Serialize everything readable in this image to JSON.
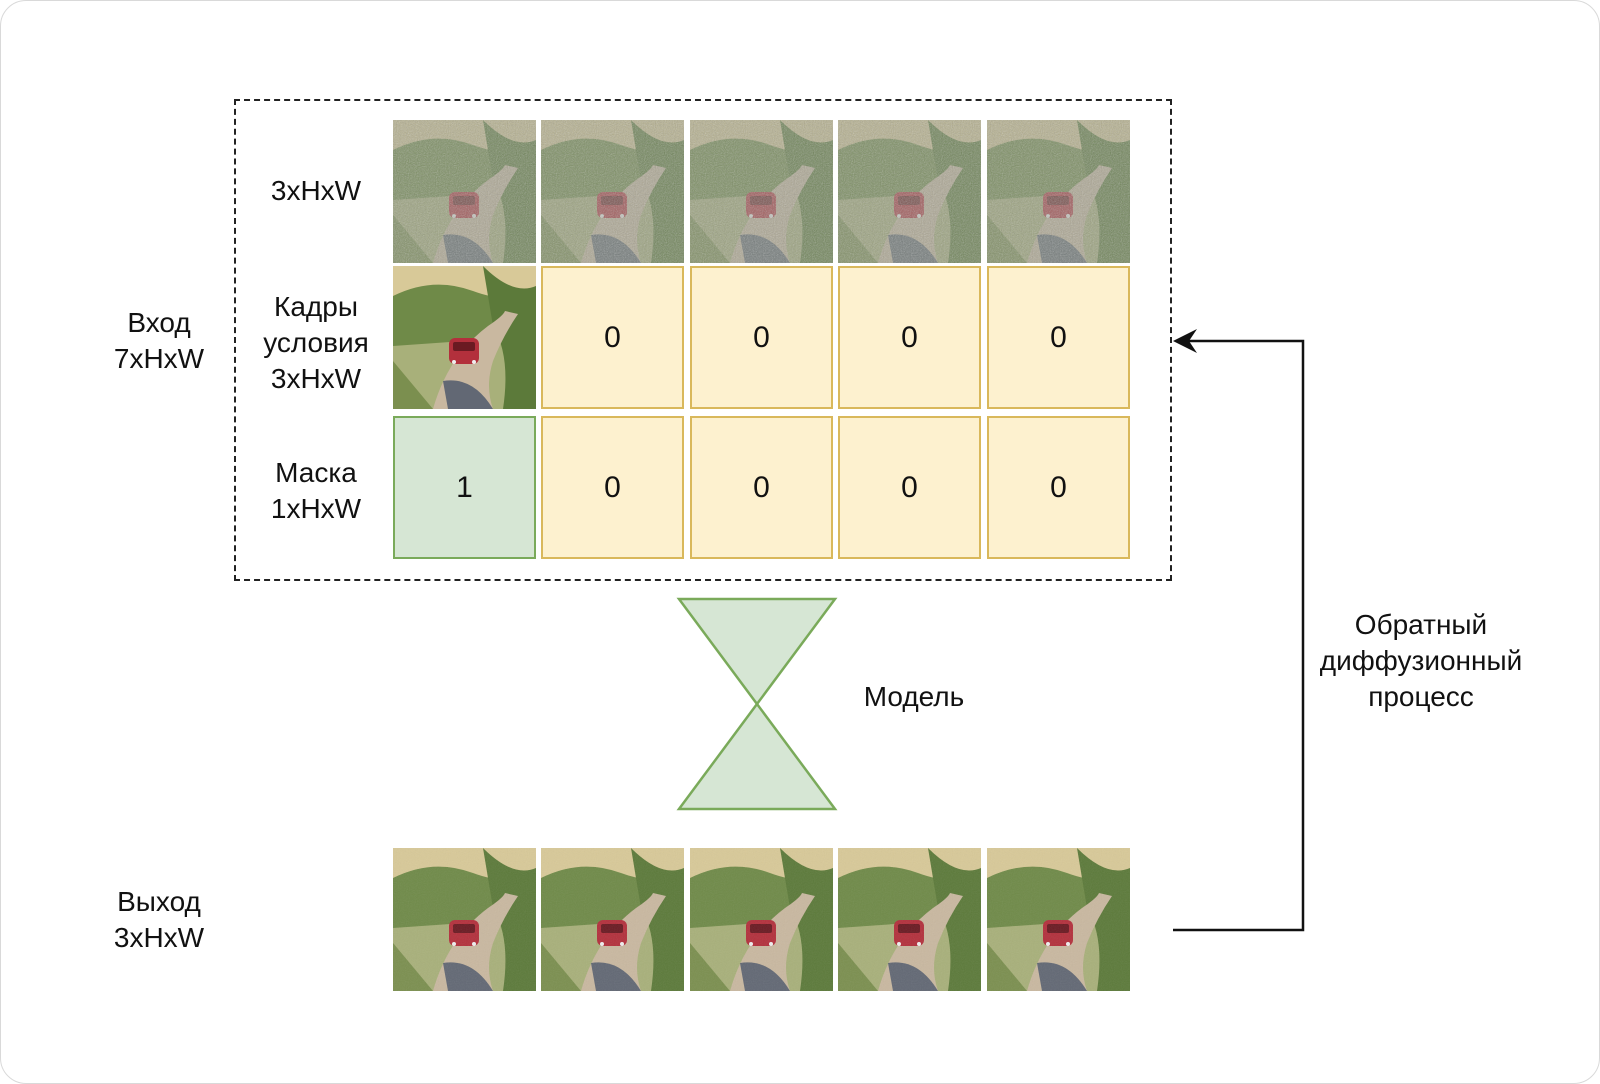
{
  "input_group": {
    "label_line1": "Вход",
    "label_line2": "7xHxW"
  },
  "rows": {
    "noise": {
      "label": "3xHxW"
    },
    "condition": {
      "label_line1": "Кадры",
      "label_line2": "условия",
      "label_line3": "3xHxW",
      "values": [
        "0",
        "0",
        "0",
        "0"
      ]
    },
    "mask": {
      "label_line1": "Маска",
      "label_line2": "1xHxW",
      "first": "1",
      "values": [
        "0",
        "0",
        "0",
        "0"
      ]
    }
  },
  "model": {
    "label": "Модель"
  },
  "output": {
    "label_line1": "Выход",
    "label_line2": "3xHxW"
  },
  "feedback": {
    "label_line1": "Обратный",
    "label_line2": "диффузионный",
    "label_line3": "процесс"
  },
  "colors": {
    "zero_fill": "#fdf1cf",
    "zero_border": "#d9b85b",
    "one_fill": "#d6e6d4",
    "one_border": "#7aaa5a",
    "model_fill": "#d6e6d4",
    "model_border": "#7aaa5a",
    "car": "#b3303c",
    "road": "#c9b8a0",
    "foliage": "#6f8a48"
  },
  "icons": {
    "frame": "car-road-frame-image",
    "arrow": "arrow-left-icon"
  }
}
